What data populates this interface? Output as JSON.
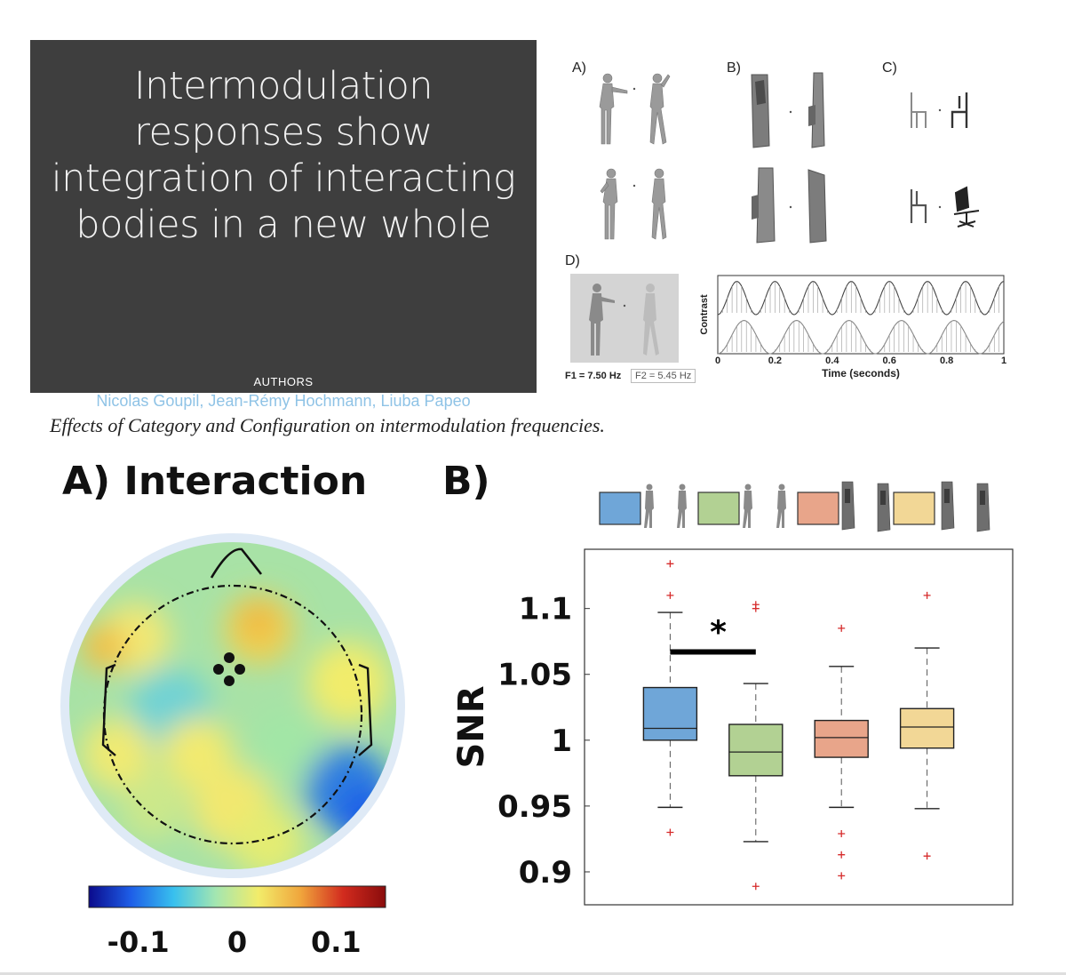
{
  "title_card": {
    "title": "Intermodulation\nresponses show\nintegration of interacting\nbodies in a new whole",
    "authors_heading": "AUTHORS",
    "authors": "Nicolas Goupil, Jean-Rémy Hochmann, Liuba Papeo"
  },
  "stimuli_panel": {
    "labels": [
      "A)",
      "B)",
      "C)",
      "D)"
    ],
    "f1": "F1 = 7.50 Hz",
    "f2": "F2 = 5.45 Hz"
  },
  "caption": "Effects of Category and Configuration on intermodulation frequencies.",
  "topomap": {
    "title": "A) Interaction",
    "colorbar_ticks": [
      "-0.1",
      "0",
      "0.1"
    ]
  },
  "boxplot": {
    "title": "B)",
    "significance": "*"
  },
  "chart_data": [
    {
      "type": "line",
      "ylabel": "Contrast",
      "xlabel": "Time (seconds)",
      "x_ticks": [
        "0",
        "0.2",
        "0.4",
        "0.6",
        "0.8",
        "1"
      ],
      "xlim": [
        0,
        1
      ],
      "series": [
        {
          "frequency_hz": 7.5,
          "color": "#444444"
        },
        {
          "frequency_hz": 5.45,
          "color": "#888888"
        }
      ]
    },
    {
      "type": "heatmap",
      "colorbar_range": [
        -0.15,
        0.15
      ],
      "colorbar_ticks": [
        "-0.1",
        "0",
        "0.1"
      ],
      "colormap": [
        "#0a0a8c",
        "#1e5fe8",
        "#38c0ee",
        "#a4e6b0",
        "#f2ec6a",
        "#f0a53c",
        "#d22b1e",
        "#8a0c0c"
      ],
      "highlighted_electrodes": 4
    },
    {
      "type": "box",
      "ylabel": "SNR",
      "ylim": [
        0.875,
        1.145
      ],
      "y_ticks": [
        0.9,
        0.95,
        1,
        1.05,
        1.1
      ],
      "y_tick_labels": [
        "0.9",
        "0.95",
        "1",
        "1.05",
        "1.1"
      ],
      "significance": {
        "between": [
          0,
          1
        ],
        "y": 1.067,
        "label": "*"
      },
      "boxes": [
        {
          "color": "#6fa6d8",
          "q1": 1.0,
          "median": 1.009,
          "q3": 1.04,
          "whisker_low": 0.949,
          "whisker_high": 1.097,
          "outliers": [
            0.93,
            1.11,
            1.134
          ]
        },
        {
          "color": "#b2d193",
          "q1": 0.973,
          "median": 0.991,
          "q3": 1.012,
          "whisker_low": 0.923,
          "whisker_high": 1.043,
          "outliers": [
            0.889,
            1.1,
            1.103
          ]
        },
        {
          "color": "#e8a58a",
          "q1": 0.987,
          "median": 1.002,
          "q3": 1.015,
          "whisker_low": 0.949,
          "whisker_high": 1.056,
          "outliers": [
            0.897,
            0.913,
            0.929,
            1.085
          ]
        },
        {
          "color": "#f2d796",
          "q1": 0.994,
          "median": 1.01,
          "q3": 1.024,
          "whisker_low": 0.948,
          "whisker_high": 1.07,
          "outliers": [
            0.912,
            1.11
          ]
        }
      ]
    }
  ]
}
